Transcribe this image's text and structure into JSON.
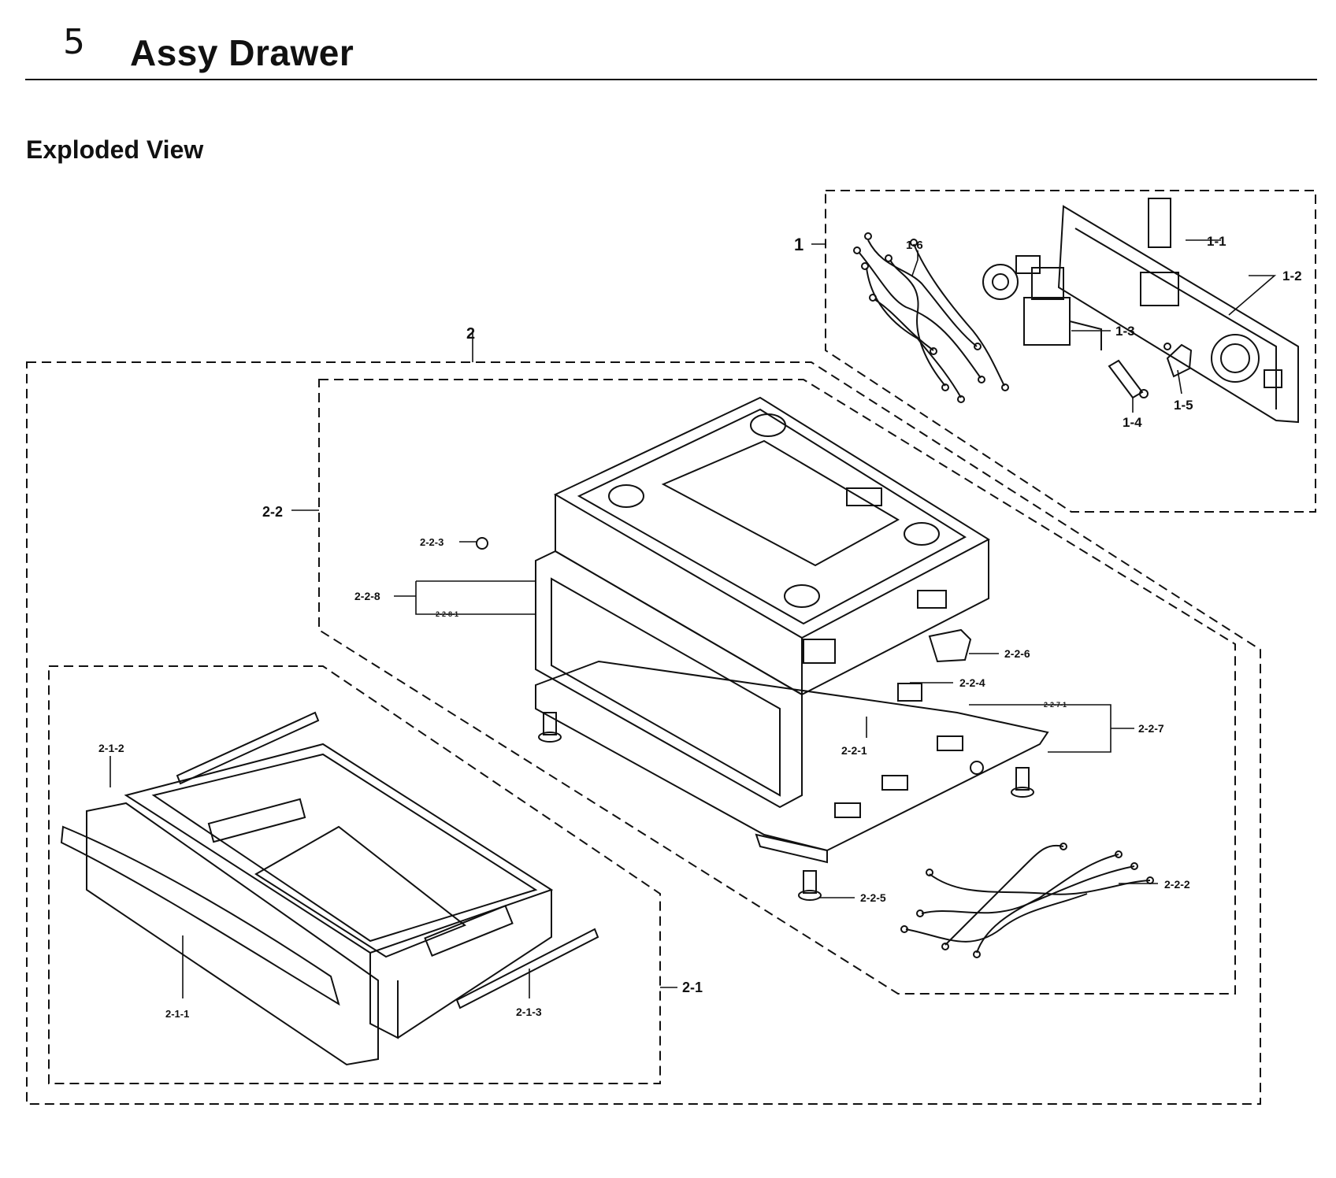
{
  "header": {
    "section_number": "5",
    "title": "Assy Drawer",
    "subtitle": "Exploded View"
  },
  "callouts": {
    "c1": "1",
    "c1_1": "1-1",
    "c1_2": "1-2",
    "c1_3": "1-3",
    "c1_4": "1-4",
    "c1_5": "1-5",
    "c1_6": "1-6",
    "c2": "2",
    "c2_1": "2-1",
    "c2_1_1": "2-1-1",
    "c2_1_2": "2-1-2",
    "c2_1_3": "2-1-3",
    "c2_2": "2-2",
    "c2_2_1": "2-2-1",
    "c2_2_2": "2-2-2",
    "c2_2_3": "2-2-3",
    "c2_2_4": "2-2-4",
    "c2_2_5": "2-2-5",
    "c2_2_6": "2-2-6",
    "c2_2_7": "2-2-7",
    "c2_2_7_1": "2-2-7-1",
    "c2_2_8": "2-2-8",
    "c2_2_8_1": "2-2-8-1"
  }
}
